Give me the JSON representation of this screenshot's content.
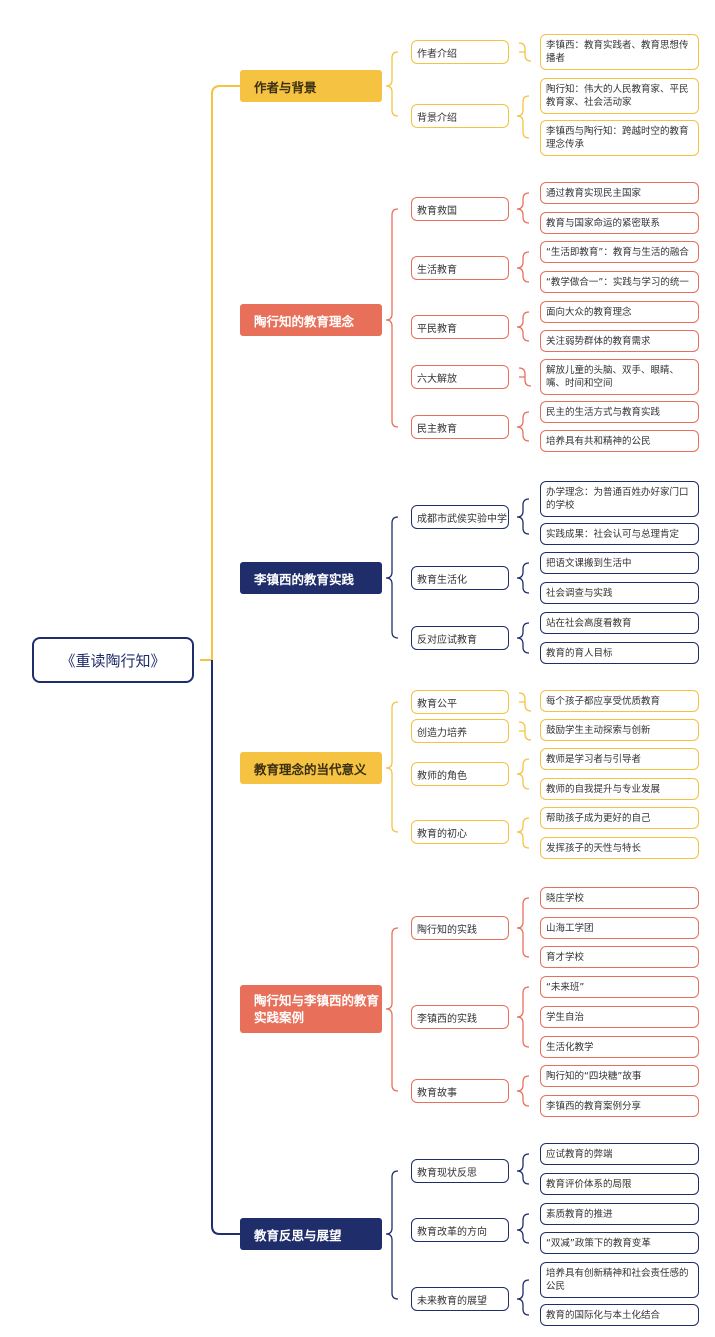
{
  "root": "《重读陶行知》",
  "branches": [
    {
      "label": "作者与背景",
      "color": "y",
      "subs": [
        {
          "label": "作者介绍",
          "leaves": [
            "李镇西：教育实践者、教育思想传播者"
          ]
        },
        {
          "label": "背景介绍",
          "leaves": [
            "陶行知：伟大的人民教育家、平民教育家、社会活动家",
            "李镇西与陶行知：跨越时空的教育理念传承"
          ]
        }
      ]
    },
    {
      "label": "陶行知的教育理念",
      "color": "r",
      "subs": [
        {
          "label": "教育救国",
          "leaves": [
            "通过教育实现民主国家",
            "教育与国家命运的紧密联系"
          ]
        },
        {
          "label": "生活教育",
          "leaves": [
            "“生活即教育”：教育与生活的融合",
            "“教学做合一”：实践与学习的统一"
          ]
        },
        {
          "label": "平民教育",
          "leaves": [
            "面向大众的教育理念",
            "关注弱势群体的教育需求"
          ]
        },
        {
          "label": "六大解放",
          "leaves": [
            "解放儿童的头脑、双手、眼睛、嘴、时间和空间"
          ]
        },
        {
          "label": "民主教育",
          "leaves": [
            "民主的生活方式与教育实践",
            "培养具有共和精神的公民"
          ]
        }
      ]
    },
    {
      "label": "李镇西的教育实践",
      "color": "b",
      "subs": [
        {
          "label": "成都市武侯实验中学",
          "leaves": [
            "办学理念：为普通百姓办好家门口的学校",
            "实践成果：社会认可与总理肯定"
          ]
        },
        {
          "label": "教育生活化",
          "leaves": [
            "把语文课搬到生活中",
            "社会调查与实践"
          ]
        },
        {
          "label": "反对应试教育",
          "leaves": [
            "站在社会高度看教育",
            "教育的育人目标"
          ]
        }
      ]
    },
    {
      "label": "教育理念的当代意义",
      "color": "y",
      "subs": [
        {
          "label": "教育公平",
          "leaves": [
            "每个孩子都应享受优质教育"
          ]
        },
        {
          "label": "创造力培养",
          "leaves": [
            "鼓励学生主动探索与创新"
          ]
        },
        {
          "label": "教师的角色",
          "leaves": [
            "教师是学习者与引导者",
            "教师的自我提升与专业发展"
          ]
        },
        {
          "label": "教育的初心",
          "leaves": [
            "帮助孩子成为更好的自己",
            "发挥孩子的天性与特长"
          ]
        }
      ]
    },
    {
      "label": "陶行知与李镇西的教育实践案例",
      "color": "r",
      "subs": [
        {
          "label": "陶行知的实践",
          "leaves": [
            "晓庄学校",
            "山海工学团",
            "育才学校"
          ]
        },
        {
          "label": "李镇西的实践",
          "leaves": [
            "“未来班”",
            "学生自治",
            "生活化教学"
          ]
        },
        {
          "label": "教育故事",
          "leaves": [
            "陶行知的“四块糖”故事",
            "李镇西的教育案例分享"
          ]
        }
      ]
    },
    {
      "label": "教育反思与展望",
      "color": "b",
      "subs": [
        {
          "label": "教育现状反思",
          "leaves": [
            "应试教育的弊端",
            "教育评价体系的局限"
          ]
        },
        {
          "label": "教育改革的方向",
          "leaves": [
            "素质教育的推进",
            "“双减”政策下的教育变革"
          ]
        },
        {
          "label": "未来教育的展望",
          "leaves": [
            "培养具有创新精神和社会责任感的公民",
            "教育的国际化与本土化结合"
          ]
        }
      ]
    }
  ],
  "colors": {
    "y": "#f5c242",
    "r": "#e8705a",
    "b": "#1f2d6b"
  }
}
